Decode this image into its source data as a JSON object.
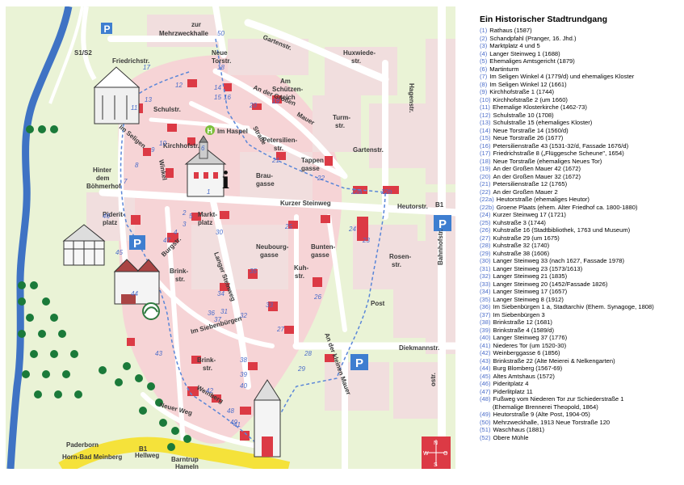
{
  "legend": {
    "title": "Ein Historischer Stadtrundgang",
    "items": [
      {
        "num": "(1)",
        "text": "Rathaus (1587)"
      },
      {
        "num": "(2)",
        "text": "Schandpfahl (Pranger, 16. Jhd.)"
      },
      {
        "num": "(3)",
        "text": "Marktplatz 4 und 5"
      },
      {
        "num": "(4)",
        "text": "Langer Steinweg 1 (1688)"
      },
      {
        "num": "(5)",
        "text": "Ehemaliges Amtsgericht (1879)"
      },
      {
        "num": "(6)",
        "text": "Martinturm"
      },
      {
        "num": "(7)",
        "text": "Im Seligen Winkel 4 (1779/d) und ehemaliges Kloster"
      },
      {
        "num": "(8)",
        "text": "Im Seligen Winkel 12 (1661)"
      },
      {
        "num": "(9)",
        "text": "Kirchhofstraße 1 (1744)"
      },
      {
        "num": "(10)",
        "text": "Kirchhofstraße 2 (um 1660)"
      },
      {
        "num": "(11)",
        "text": "Ehemalige Klosterkirche (1462-73)"
      },
      {
        "num": "(12)",
        "text": "Schulstraße 10 (1708)"
      },
      {
        "num": "(13)",
        "text": "Schulstraße 15 (ehemaliges Kloster)"
      },
      {
        "num": "(14)",
        "text": "Neue Torstraße 14 (1560/d)"
      },
      {
        "num": "(15)",
        "text": "Neue Torstraße 26 (1677)"
      },
      {
        "num": "(16)",
        "text": "Petersilienstraße 43 (1531-32/d, Fassade 1676/d)"
      },
      {
        "num": "(17)",
        "text": "Friedrichstraße 8 („Flüggesche Scheune\", 1654)"
      },
      {
        "num": "(18)",
        "text": "Neue Torstraße (ehemaliges Neues Tor)"
      },
      {
        "num": "(19)",
        "text": "An der Großen Mauer 42 (1672)"
      },
      {
        "num": "(20)",
        "text": "An der Großen Mauer 32 (1672)"
      },
      {
        "num": "(21)",
        "text": "Petersilienstraße 12 (1765)"
      },
      {
        "num": "(22)",
        "text": "An der Großen Mauer 2"
      },
      {
        "num": "(22a)",
        "text": "Heutorstraße (ehemaliges Heutor)"
      },
      {
        "num": "(22b)",
        "text": "Groene Plaats (ehem. Alter Friedhof ca. 1800-1880)"
      },
      {
        "num": "(24)",
        "text": "Kurzer Steinweg 17 (1721)"
      },
      {
        "num": "(25)",
        "text": "Kuhstraße 3 (1744)"
      },
      {
        "num": "(26)",
        "text": "Kuhstraße 16 (Stadtbibliothek, 1763 und Museum)"
      },
      {
        "num": "(27)",
        "text": "Kuhstraße 29 (um 1675)"
      },
      {
        "num": "(28)",
        "text": "Kuhstraße 32 (1740)"
      },
      {
        "num": "(29)",
        "text": "Kuhstraße 38 (1606)"
      },
      {
        "num": "(30)",
        "text": "Langer Steinweg 33 (nach 1627, Fassade 1978)"
      },
      {
        "num": "(31)",
        "text": "Langer Steinweg 23 (1573/1613)"
      },
      {
        "num": "(32)",
        "text": "Langer Steinweg 21 (1835)"
      },
      {
        "num": "(33)",
        "text": "Langer Steinweg 20 (1452/Fassade 1826)"
      },
      {
        "num": "(34)",
        "text": "Langer Steinweg 17 (1657)"
      },
      {
        "num": "(35)",
        "text": "Langer Steinweg 8 (1912)"
      },
      {
        "num": "(36)",
        "text": "Im Siebenbürgen 1 a, Stadtarchiv (Ehem. Synagoge, 1808)"
      },
      {
        "num": "(37)",
        "text": "Im Siebenbürgen 3"
      },
      {
        "num": "(38)",
        "text": "Brinkstraße 12 (1681)"
      },
      {
        "num": "(39)",
        "text": "Brinkstraße 4 (1589/d)"
      },
      {
        "num": "(40)",
        "text": "Langer Steinweg 37 (1776)"
      },
      {
        "num": "(41)",
        "text": "Niederes Tor (um 1520-30)"
      },
      {
        "num": "(42)",
        "text": "Weinberggasse 6 (1856)"
      },
      {
        "num": "(43)",
        "text": "Brinkstraße 22 (Alte Meierei & Nelkengarten)"
      },
      {
        "num": "(44)",
        "text": "Burg Blomberg (1567-69)"
      },
      {
        "num": "(45)",
        "text": "Altes Amtshaus (1572)"
      },
      {
        "num": "(46)",
        "text": "Pideritplatz 4"
      },
      {
        "num": "(47)",
        "text": "Piderlitplatz 11"
      },
      {
        "num": "(48)",
        "text": "Fußweg vom Niederen Tor zur Schiederstraße 1",
        "line2": "(Ehemalige Brennerei Theopold, 1864)"
      },
      {
        "num": "(49)",
        "text": "Heutorstraße 9 (Alte Post, 1904-05)"
      },
      {
        "num": "(50)",
        "text": "Mehrzweckhalle, 1913 Neue Torstraße 120"
      },
      {
        "num": "(51)",
        "text": "Waschhaus (1881)"
      },
      {
        "num": "(52)",
        "text": "Obere Mühle"
      }
    ]
  },
  "map": {
    "colors": {
      "background": "#eaf3d6",
      "street": "#ffffff",
      "block": "#f1dede",
      "old_town": "#f6d4d6",
      "building": "#dc3a45",
      "river": "#3f73c4",
      "route": "#5a86d8",
      "number": "#4a6cc9",
      "parking": "#3e7ed0",
      "highway": "#f5e23a"
    },
    "street_labels": [
      {
        "name": "street-zur-mehrzweckhalle",
        "text": "zur"
      },
      {
        "name": "street-zur-mehrzweckhalle-2",
        "text": "Mehrzweckhalle"
      },
      {
        "name": "street-s1-s2",
        "text": "S1/S2"
      },
      {
        "name": "street-friedrichstr",
        "text": "Friedrichstr."
      },
      {
        "name": "street-neue-torstr",
        "text": "Neue"
      },
      {
        "name": "street-neue-torstr-2",
        "text": "Torstr."
      },
      {
        "name": "street-gartenstr-top",
        "text": "Gartenstr."
      },
      {
        "name": "street-huxwiede",
        "text": "Huxwiede-"
      },
      {
        "name": "street-huxwiede-2",
        "text": "str."
      },
      {
        "name": "street-hagenstr",
        "text": "Hagenstr."
      },
      {
        "name": "street-am-schuetzenteich",
        "text": "Am"
      },
      {
        "name": "street-am-schuetzenteich-2",
        "text": "Schützen-"
      },
      {
        "name": "street-am-schuetzenteich-3",
        "text": "teich"
      },
      {
        "name": "street-an-der-grossen",
        "text": "An der Großen"
      },
      {
        "name": "street-mauer-diag",
        "text": "Mauer"
      },
      {
        "name": "street-turmstr",
        "text": "Turm-"
      },
      {
        "name": "street-turmstr-2",
        "text": "str."
      },
      {
        "name": "street-schulstr",
        "text": "Schulstr."
      },
      {
        "name": "street-strasse",
        "text": "Straße"
      },
      {
        "name": "street-im-haspel",
        "text": "Im Haspel"
      },
      {
        "name": "street-gartenstr-mid",
        "text": "Gartenstr."
      },
      {
        "name": "street-im-seligen",
        "text": "Im Seligen"
      },
      {
        "name": "street-winkel",
        "text": "Winkel"
      },
      {
        "name": "street-kirchhofstr",
        "text": "Kirchhofstr."
      },
      {
        "name": "street-petersilienstr",
        "text": "Petersilien-"
      },
      {
        "name": "street-petersilienstr-2",
        "text": "str."
      },
      {
        "name": "street-hinter-dem",
        "text": "Hinter"
      },
      {
        "name": "street-hinter-dem-2",
        "text": "dem"
      },
      {
        "name": "street-hinter-dem-3",
        "text": "Böhmerhof"
      },
      {
        "name": "street-tappengasse",
        "text": "Tappen"
      },
      {
        "name": "street-tappengasse-2",
        "text": "gasse"
      },
      {
        "name": "street-braugasse",
        "text": "Brau-"
      },
      {
        "name": "street-braugasse-2",
        "text": "gasse"
      },
      {
        "name": "street-kurzer-steinweg",
        "text": "Kurzer Steinweg"
      },
      {
        "name": "street-heutorstr",
        "text": "Heutorstr."
      },
      {
        "name": "street-b1-right",
        "text": "B1"
      },
      {
        "name": "street-piderit",
        "text": "Piderit-"
      },
      {
        "name": "street-piderit-2",
        "text": "platz"
      },
      {
        "name": "street-markt",
        "text": "Markt-"
      },
      {
        "name": "street-markt-2",
        "text": "platz"
      },
      {
        "name": "street-neubourg",
        "text": "Neubourg-"
      },
      {
        "name": "street-neubourg-2",
        "text": "gasse"
      },
      {
        "name": "street-bunten",
        "text": "Bunten-"
      },
      {
        "name": "street-bunten-2",
        "text": "gasse"
      },
      {
        "name": "street-burgstr",
        "text": "Burgstr."
      },
      {
        "name": "street-langer-steinweg",
        "text": "Langer Steinweg"
      },
      {
        "name": "street-kuhstr",
        "text": "Kuh-"
      },
      {
        "name": "street-kuhstr-2",
        "text": "str."
      },
      {
        "name": "street-rosenstr",
        "text": "Rosen-"
      },
      {
        "name": "street-rosenstr-2",
        "text": "str."
      },
      {
        "name": "street-bahnhofstr",
        "text": "Bahnhofstr."
      },
      {
        "name": "street-brinkstr-1",
        "text": "Brink-"
      },
      {
        "name": "street-brinkstr-1b",
        "text": "str."
      },
      {
        "name": "street-post",
        "text": "Post"
      },
      {
        "name": "street-im-siebenbuergen",
        "text": "Im Siebenbürgen"
      },
      {
        "name": "street-diekmannstr",
        "text": "Diekmannstr."
      },
      {
        "name": "street-an-der-kleinen",
        "text": "An der kleinen Mauer"
      },
      {
        "name": "street-brinkstr-2",
        "text": "Brink-"
      },
      {
        "name": "street-brinkstr-2b",
        "text": "str."
      },
      {
        "name": "street-weinberg",
        "text": "Weinberg"
      },
      {
        "name": "street-neuer-weg",
        "text": "Neuer Weg"
      },
      {
        "name": "street-ostr",
        "text": "ostr."
      },
      {
        "name": "street-b1-bottom",
        "text": "B1"
      },
      {
        "name": "street-hellweg",
        "text": "Hellweg"
      },
      {
        "name": "street-paderborn",
        "text": "Paderborn"
      },
      {
        "name": "street-horn",
        "text": "Horn-Bad Meinberg"
      },
      {
        "name": "street-barntrup",
        "text": "Barntrup"
      },
      {
        "name": "street-hameln",
        "text": "Hameln"
      }
    ],
    "numbers": [
      {
        "name": "num-50",
        "text": "50"
      },
      {
        "name": "num-17",
        "text": "17"
      },
      {
        "name": "num-18",
        "text": "18"
      },
      {
        "name": "num-12",
        "text": "12"
      },
      {
        "name": "num-13",
        "text": "13"
      },
      {
        "name": "num-14",
        "text": "14"
      },
      {
        "name": "num-15",
        "text": "15"
      },
      {
        "name": "num-16",
        "text": "16"
      },
      {
        "name": "num-20",
        "text": "20"
      },
      {
        "name": "num-19",
        "text": "19"
      },
      {
        "name": "num-11",
        "text": "11"
      },
      {
        "name": "num-10",
        "text": "10"
      },
      {
        "name": "num-9",
        "text": "9"
      },
      {
        "name": "num-8",
        "text": "8"
      },
      {
        "name": "num-7",
        "text": "7"
      },
      {
        "name": "num-21",
        "text": "21"
      },
      {
        "name": "num-22",
        "text": "22"
      },
      {
        "name": "num-22a",
        "text": "22a"
      },
      {
        "name": "num-22b",
        "text": "22b"
      },
      {
        "name": "num-46",
        "text": "46"
      },
      {
        "name": "num-1",
        "text": "1"
      },
      {
        "name": "num-2",
        "text": "2"
      },
      {
        "name": "num-3",
        "text": "3"
      },
      {
        "name": "num-4",
        "text": "4"
      },
      {
        "name": "num-5",
        "text": "5"
      },
      {
        "name": "num-6",
        "text": "6"
      },
      {
        "name": "num-47",
        "text": "47"
      },
      {
        "name": "num-45",
        "text": "45"
      },
      {
        "name": "num-24",
        "text": "24"
      },
      {
        "name": "num-23",
        "text": "23"
      },
      {
        "name": "num-25",
        "text": "25"
      },
      {
        "name": "num-30",
        "text": "30"
      },
      {
        "name": "num-35",
        "text": "35"
      },
      {
        "name": "num-34",
        "text": "34"
      },
      {
        "name": "num-33",
        "text": "33"
      },
      {
        "name": "num-26",
        "text": "26"
      },
      {
        "name": "num-44",
        "text": "44"
      },
      {
        "name": "num-36",
        "text": "36"
      },
      {
        "name": "num-37",
        "text": "37"
      },
      {
        "name": "num-31",
        "text": "31"
      },
      {
        "name": "num-32",
        "text": "32"
      },
      {
        "name": "num-27",
        "text": "27"
      },
      {
        "name": "num-28",
        "text": "28"
      },
      {
        "name": "num-29",
        "text": "29"
      },
      {
        "name": "num-38",
        "text": "38"
      },
      {
        "name": "num-43",
        "text": "43"
      },
      {
        "name": "num-39",
        "text": "39"
      },
      {
        "name": "num-40",
        "text": "40"
      },
      {
        "name": "num-42",
        "text": "42"
      },
      {
        "name": "num-41",
        "text": "41"
      },
      {
        "name": "num-49",
        "text": "49"
      },
      {
        "name": "num-48",
        "text": "48"
      }
    ],
    "parking_label": "P",
    "info_label": "i",
    "haspel_label": "H",
    "compass": {
      "n": "N",
      "s": "S",
      "w": "W",
      "o": "O"
    }
  }
}
